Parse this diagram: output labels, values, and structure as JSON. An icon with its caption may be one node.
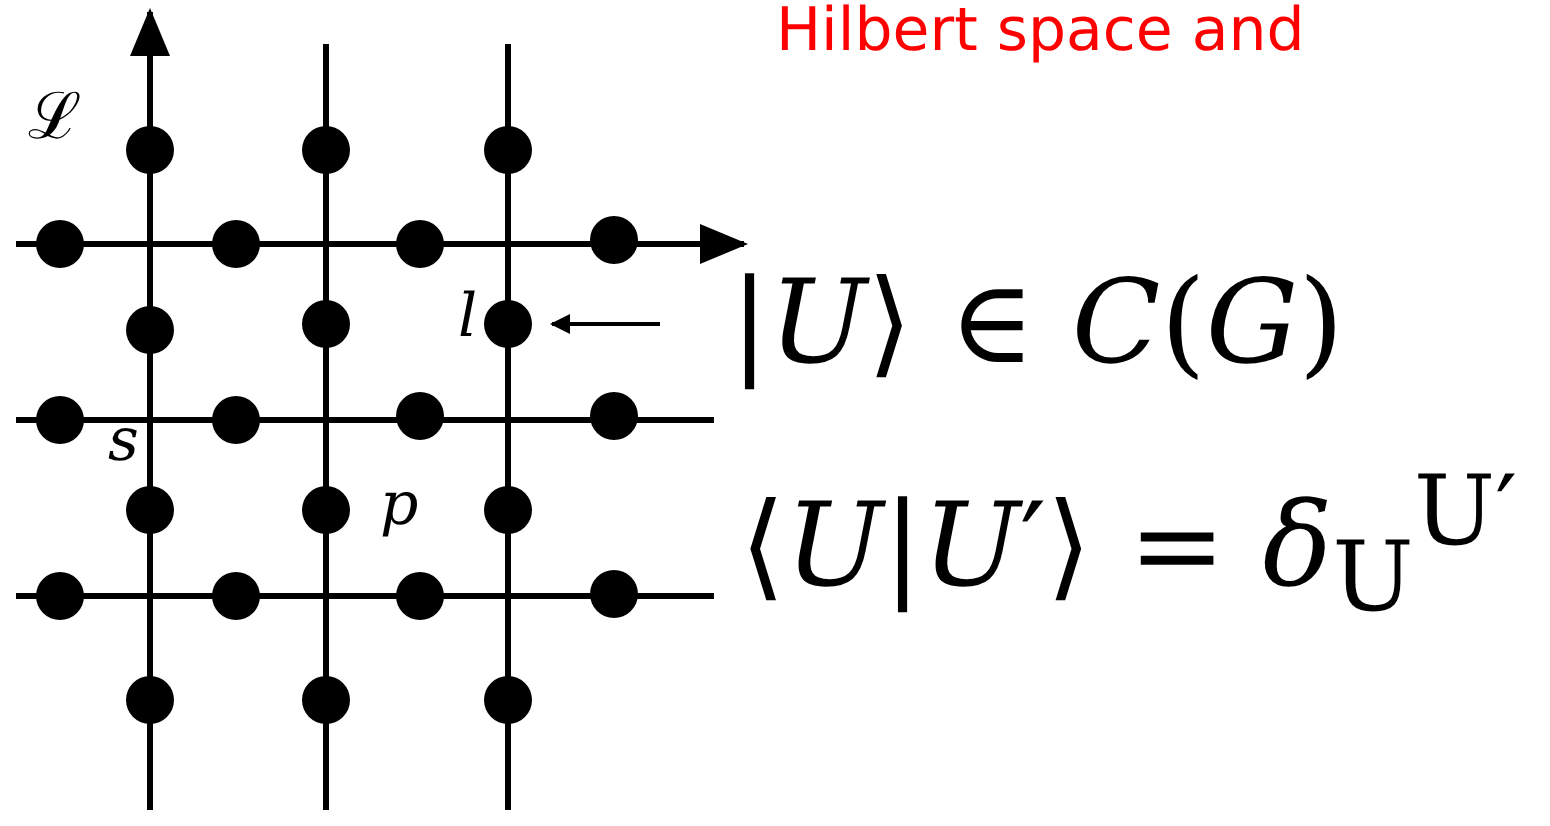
{
  "diagram": {
    "title": "Hilbert space and",
    "nodes": [
      {
        "text": [
          "|*U*⟩ ∈ *C*(*G*)"
        ]
      },
      {
        "text": [],
        "shape": "circle",
        "beside": [
          "*l*"
        ]
      }
    ],
    "edges": [
      {
        "from": 0,
        "to": 1,
        "arrow": "to"
      }
    ],
    "labels": [
      "ℒ",
      "*s*",
      "*p*",
      "⟨*U*|*U*′⟩ = *δ*$_{U}$$^{U′}$"
    ]
  }
}
